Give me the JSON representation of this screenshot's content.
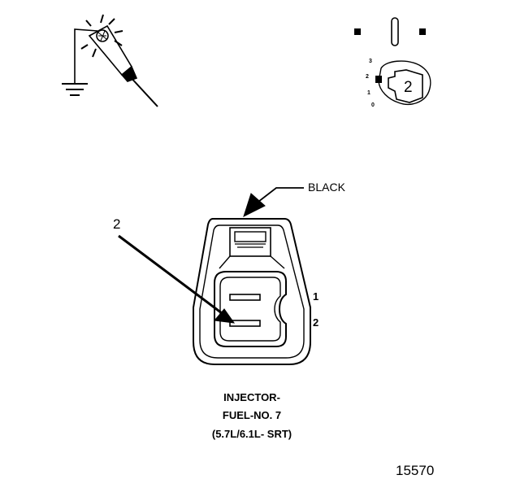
{
  "labels": {
    "wire_color": "BLACK",
    "terminal_callout": "2",
    "pin_1": "1",
    "pin_2": "2",
    "legend_selector_position": "2",
    "dial_ticks": [
      "3",
      "2",
      "1",
      "0"
    ]
  },
  "caption": {
    "line1": "INJECTOR-",
    "line2": "FUEL-NO. 7",
    "line3": "(5.7L/6.1L- SRT)"
  },
  "figure_number": "15570"
}
